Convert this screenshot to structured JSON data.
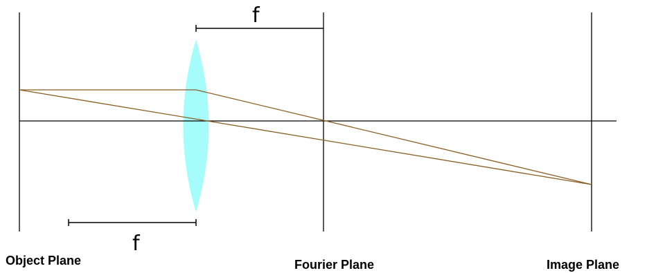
{
  "labels": {
    "object_plane": "Object Plane",
    "fourier_plane": "Fourier Plane",
    "image_plane": "Image Plane",
    "focal_top": "f",
    "focal_bottom": "f"
  },
  "colors": {
    "lens": "#a6fbfb",
    "ray": "#8b5e24",
    "line": "#000000"
  }
}
